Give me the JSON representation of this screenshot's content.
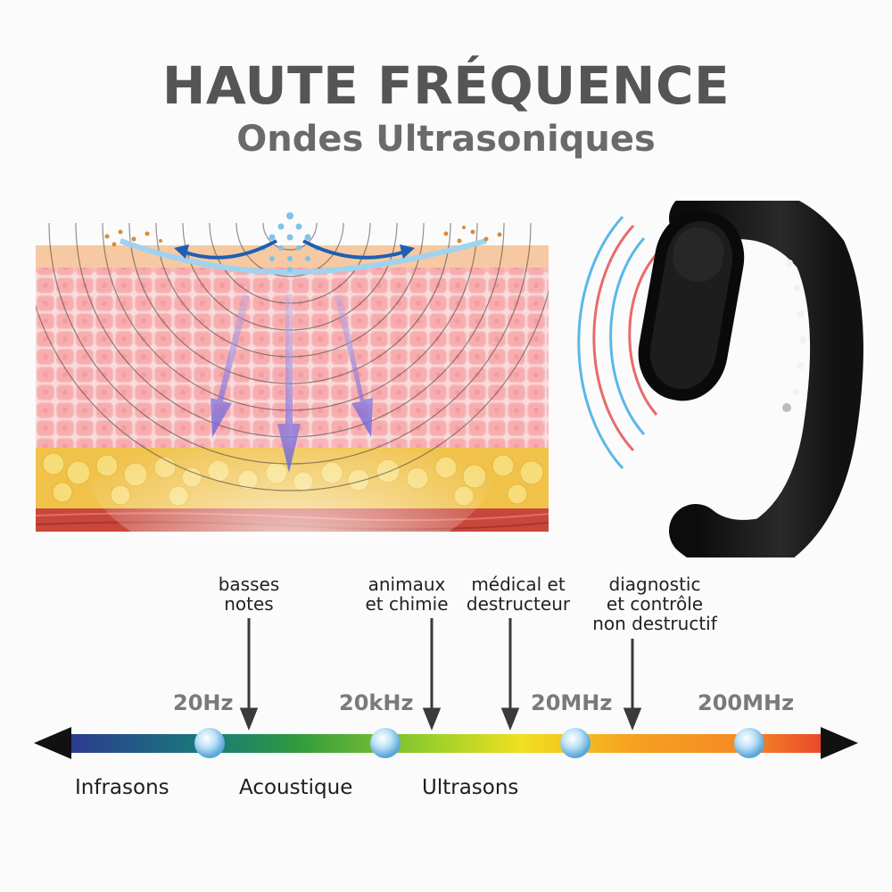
{
  "header": {
    "title": "HAUTE FRÉQUENCE",
    "subtitle": "Ondes Ultrasoniques"
  },
  "spectrum": {
    "annotations": [
      {
        "text": "basses\nnotes"
      },
      {
        "text": "animaux\net chimie"
      },
      {
        "text": "médical et\ndestructeur"
      },
      {
        "text": "diagnostic\net contrôle\nnon destructif"
      }
    ],
    "frequencies": [
      "20Hz",
      "20kHz",
      "20MHz",
      "200MHz"
    ],
    "bands": [
      "Infrasons",
      "Acoustique",
      "Ultrasons"
    ]
  },
  "colors": {
    "title": "#555555",
    "skin": "#f4a6a8",
    "fat": "#f3cf5a",
    "device": "#141414",
    "wave_blue": "#5bb8e6",
    "wave_red": "#e86a6a"
  }
}
